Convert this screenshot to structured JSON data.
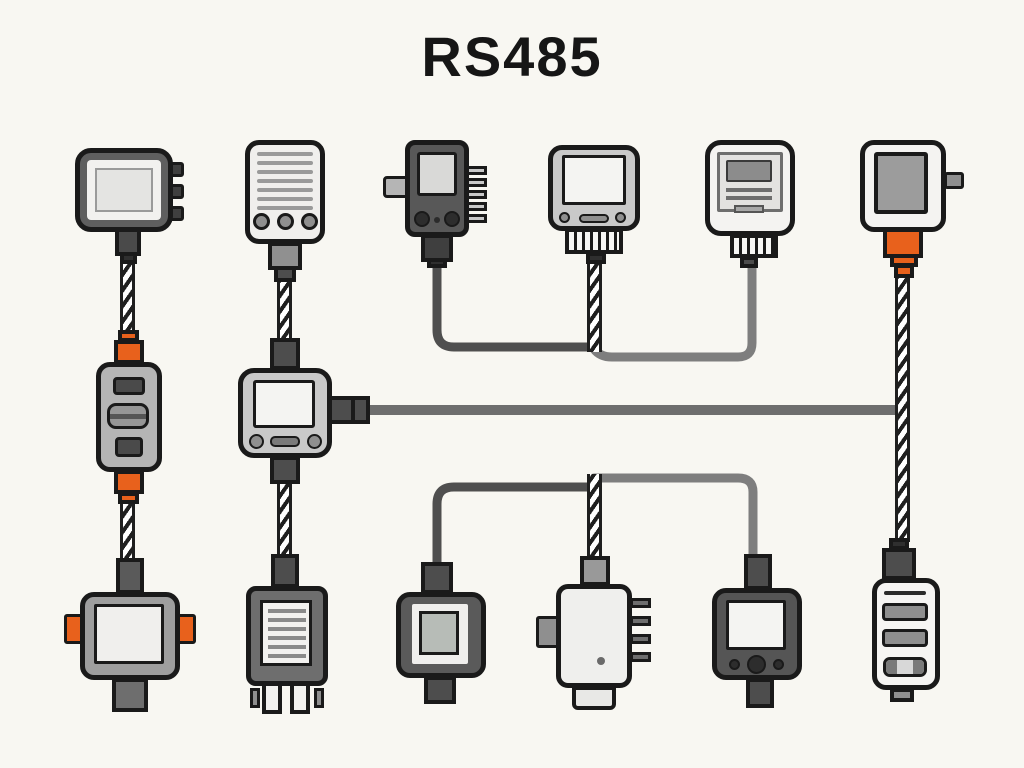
{
  "title": "RS485",
  "palette": {
    "background": "#F8F7F2",
    "outline": "#1A1A1A",
    "dark_gray": "#585858",
    "mid_gray": "#8F8F8F",
    "light_gray": "#C9C9C9",
    "panel_white": "#F2F1EF",
    "orange": "#E8611C",
    "cable_dark": "#4F4F4F",
    "cable_light": "#7E7E7E",
    "bus_gray": "#6E6E6E"
  },
  "diagram": {
    "top_row_devices": [
      {
        "name": "display-module-dark",
        "desc": "dark display module with three right-side tabs, braided drop cable"
      },
      {
        "name": "vent-module-light",
        "desc": "light module with vent lines and three round buttons, braided drop cable"
      },
      {
        "name": "io-module-dark",
        "desc": "dark module with screen, two buttons, left tab and right fins, smooth drop cable"
      },
      {
        "name": "display-module-gray",
        "desc": "gray display module with ribbed plug, braided drop cable"
      },
      {
        "name": "panel-module-white",
        "desc": "white module with dark display panel and ribbed plug, smooth drop cable"
      },
      {
        "name": "square-screen-module",
        "desc": "white module with gray square screen, right tab and orange plug, braided drop cable"
      }
    ],
    "middle_devices": [
      {
        "name": "inline-coupler",
        "desc": "in-line coupler with orange connectors at both ends and three controls"
      },
      {
        "name": "hub-module",
        "desc": "hub display module with top, bottom and right-side bus port"
      }
    ],
    "bottom_row_devices": [
      {
        "name": "screen-module-gray",
        "desc": "gray screen module with orange side tabs"
      },
      {
        "name": "vent-plug-module",
        "desc": "dark vented module with two bottom prongs"
      },
      {
        "name": "square-screen-module-dark",
        "desc": "dark module with framed square screen"
      },
      {
        "name": "terminal-module-white",
        "desc": "white terminal module with left tab and right fins"
      },
      {
        "name": "camera-module-dark",
        "desc": "dark module with screen and three round buttons"
      },
      {
        "name": "remote-module-white",
        "desc": "white remote-style module with two bars and slider pill"
      }
    ],
    "connections": [
      "chain 1: top display module - inline coupler - bottom screen module (braided cable)",
      "chain 2: top vent module - hub module - bottom vent plug module (braided cable)",
      "hub right port - horizontal bus line - right braided drop",
      "right drop: square screen module - remote module (braided cable)",
      "top daisy chain: io module - gray display module - white panel module",
      "bottom daisy chain: dark square screen module - terminal module - camera module"
    ]
  }
}
